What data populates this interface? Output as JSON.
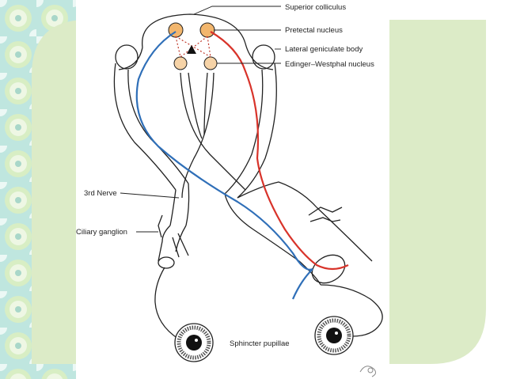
{
  "slide": {
    "background_color": "#ffffff",
    "panel_color": "#dcebc7",
    "floral_colors": [
      "#b7e3de",
      "#d7ecc0",
      "#ffffff"
    ]
  },
  "diagram": {
    "labels": {
      "superior_colliculus": "Superior colliculus",
      "pretectal_nucleus": "Pretectal nucleus",
      "lateral_geniculate_body": "Lateral geniculate body",
      "edinger_westphal_nucleus": "Edinger–Westphal nucleus",
      "third_nerve": "3rd Nerve",
      "ciliary_ganglion": "Ciliary ganglion",
      "sphincter_pupillae": "Sphincter pupillae"
    },
    "colors": {
      "afferent_path": "#d8332a",
      "efferent_path": "#2f6fb8",
      "nucleus_fill": "#f2b66d",
      "outline": "#222222"
    }
  }
}
